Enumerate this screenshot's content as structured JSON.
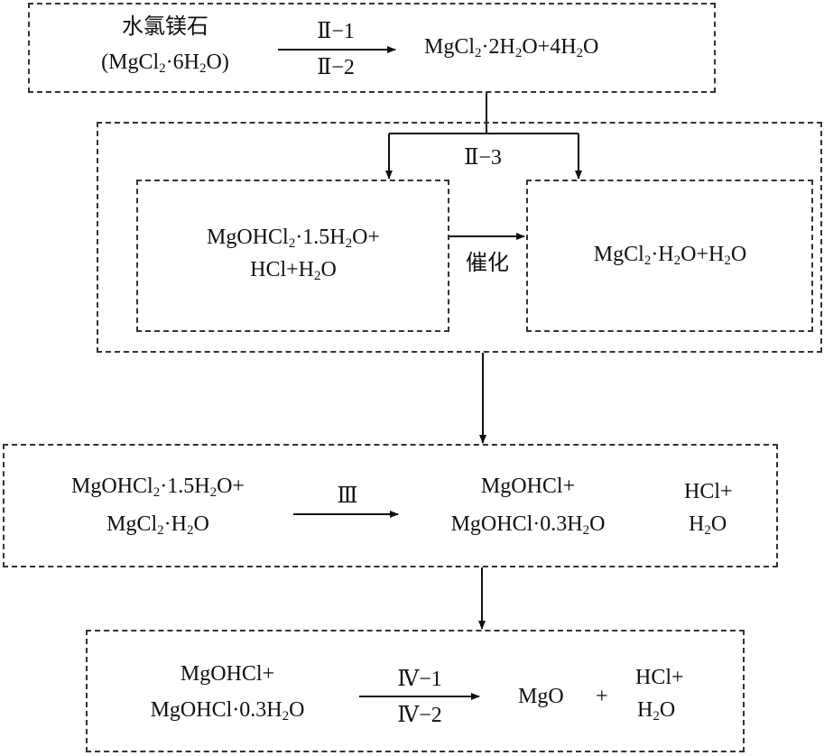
{
  "step1": {
    "mineral_name": "水氯镁石",
    "mineral_formula": [
      "(MgCl",
      "2",
      "·6H",
      "2",
      "O)"
    ],
    "label_top": "Ⅱ−1",
    "label_bottom": "Ⅱ−2",
    "product": [
      "MgCl",
      "2",
      "·2H",
      "2",
      "O+4H",
      "2",
      "O"
    ]
  },
  "step2": {
    "branch_label": "Ⅱ−3",
    "left_line1": [
      "MgOHCl",
      "2",
      "·1.5H",
      "2",
      "O+"
    ],
    "left_line2": [
      "HCl+H",
      "2",
      "O"
    ],
    "catalyst_label": "催化",
    "right": [
      "MgCl",
      "2",
      "·H",
      "2",
      "O+H",
      "2",
      "O"
    ]
  },
  "step3": {
    "reactant_line1": [
      "MgOHCl",
      "2",
      "·1.5H",
      "2",
      "O+"
    ],
    "reactant_line2": [
      "MgCl",
      "2",
      "·H",
      "2",
      "O"
    ],
    "label": "Ⅲ",
    "product_line1": "MgOHCl+",
    "product_line2": [
      "MgOHCl·0.3H",
      "2",
      "O"
    ],
    "byproduct_line1": "HCl+",
    "byproduct_line2": [
      "H",
      "2",
      "O"
    ]
  },
  "step4": {
    "reactant_line1": "MgOHCl+",
    "reactant_line2": [
      "MgOHCl·0.3H",
      "2",
      "O"
    ],
    "label_top": "Ⅳ−1",
    "label_bottom": "Ⅳ−2",
    "product": "MgO",
    "plus": "+",
    "byproduct_line1": "HCl+",
    "byproduct_line2": [
      "H",
      "2",
      "O"
    ]
  }
}
